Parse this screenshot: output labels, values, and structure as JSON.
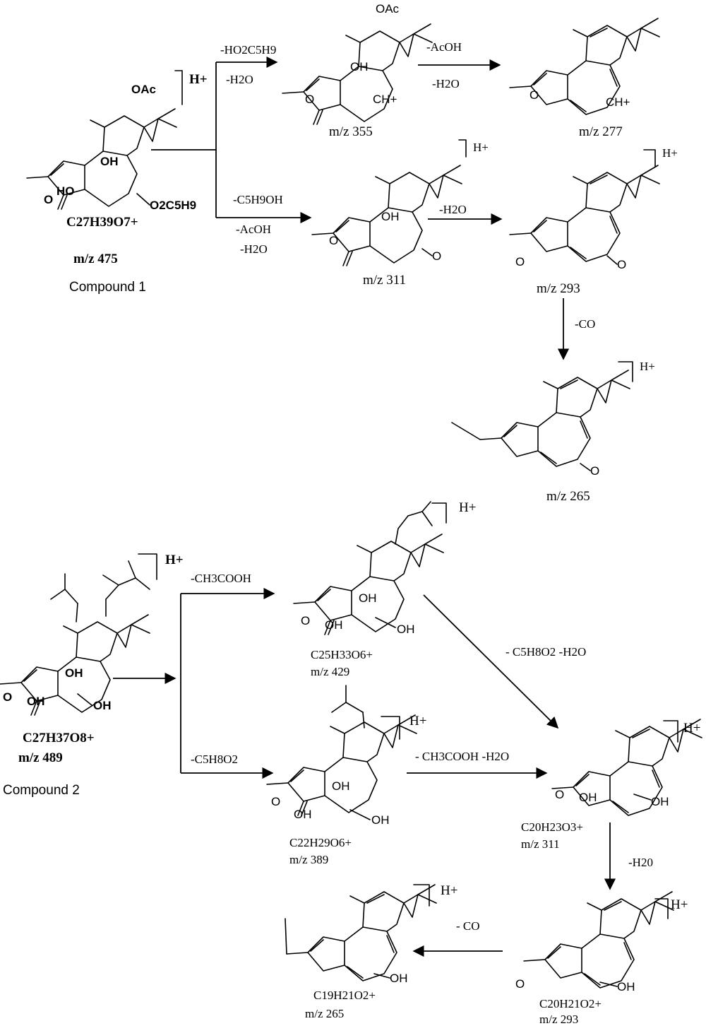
{
  "compound1": {
    "formula": "C27H39O7+",
    "mz": "m/z 475",
    "name": "Compound 1",
    "proton": "H+",
    "labels": {
      "oac": "OAc",
      "oh": "OH",
      "ho": "HO",
      "ester": "O2C5H9",
      "o": "O"
    }
  },
  "compound2": {
    "formula": "C27H37O8+",
    "mz": "m/z 489",
    "name": "Compound 2",
    "proton": "H+",
    "labels": {
      "oh": "OH",
      "o": "O"
    }
  },
  "losses": {
    "a1": "-HO2C5H9",
    "a2": "-H2O",
    "b1": "-AcOH",
    "b2": "-H2O",
    "c1": "-C5H9OH",
    "c2": "-AcOH",
    "c3": "-H2O",
    "d1": "-H2O",
    "e1": "-CO",
    "f1": "-CH3COOH",
    "g1": "- C5H8O2  -H2O",
    "h1": "-C5H8O2",
    "i1": "- CH3COOH   -H2O",
    "j1": "-H20",
    "k1": "-  CO"
  },
  "products": {
    "p355": {
      "mz": "m/z 355",
      "oac": "OAc",
      "oh": "OH",
      "ch": "CH+",
      "o": "O"
    },
    "p277": {
      "mz": "m/z 277",
      "ch": "CH+",
      "o": "O"
    },
    "p311a": {
      "mz": "m/z 311",
      "oh": "OH",
      "o": "O",
      "proton": "H+"
    },
    "p293a": {
      "mz": "m/z 293",
      "o": "O",
      "proton": "H+"
    },
    "p265a": {
      "mz": "m/z 265",
      "o": "O",
      "proton": "H+"
    },
    "p429": {
      "formula": "C25H33O6+",
      "mz": "m/z 429",
      "oh": "OH",
      "o": "O",
      "proton": "H+"
    },
    "p389": {
      "formula": "C22H29O6+",
      "mz": "m/z 389",
      "oh": "OH",
      "o": "O",
      "proton": "H+"
    },
    "p311b": {
      "formula": "C20H23O3+",
      "mz": "m/z 311",
      "oh": "OH",
      "o": "O",
      "proton": "H+"
    },
    "p293b": {
      "formula": "C20H21O2+",
      "mz": "m/z 293",
      "oh": "OH",
      "o": "O",
      "proton": "H+"
    },
    "p265b": {
      "formula": "C19H21O2+",
      "mz": "m/z 265",
      "oh": "OH",
      "proton": "H+"
    }
  }
}
